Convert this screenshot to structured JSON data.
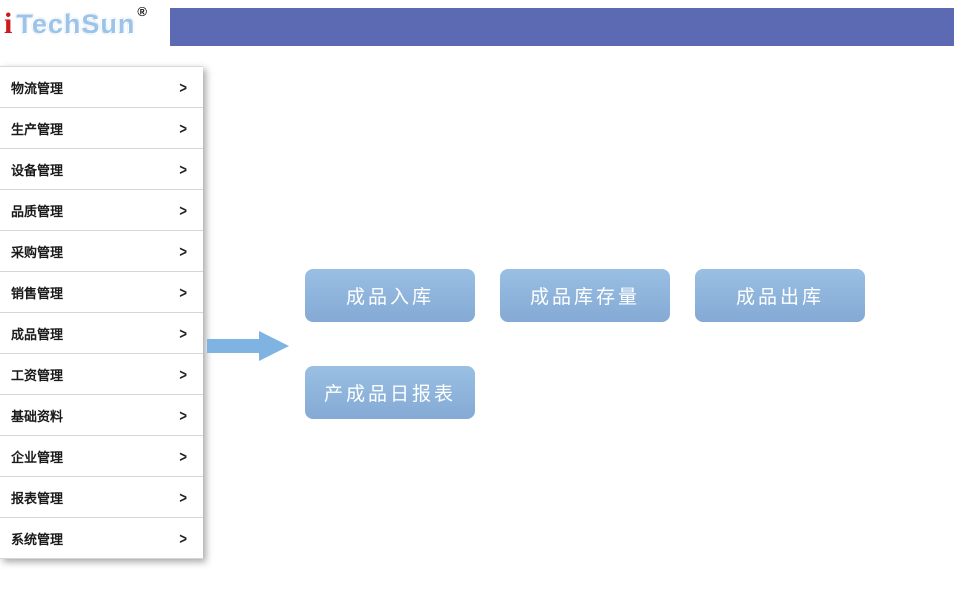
{
  "header": {
    "logo": {
      "mark": "i",
      "text": "TechSun",
      "registered": "®"
    }
  },
  "sidebar": {
    "chevron": ">",
    "items": [
      {
        "label": "物流管理"
      },
      {
        "label": "生产管理"
      },
      {
        "label": "设备管理"
      },
      {
        "label": "品质管理"
      },
      {
        "label": "采购管理"
      },
      {
        "label": "销售管理"
      },
      {
        "label": "成品管理"
      },
      {
        "label": "工资管理"
      },
      {
        "label": "基础资料"
      },
      {
        "label": "企业管理"
      },
      {
        "label": "报表管理"
      },
      {
        "label": "系统管理"
      }
    ]
  },
  "main": {
    "tiles": [
      {
        "label": "成品入库"
      },
      {
        "label": "成品库存量"
      },
      {
        "label": "成品出库"
      },
      {
        "label": "产成品日报表"
      }
    ]
  },
  "colors": {
    "header_bar": "#5b6ab3",
    "tile_blue": "#8fb5dd",
    "arrow_blue": "#7fb3e2",
    "logo_red": "#cc1a1a",
    "logo_blue": "#9cc3e8"
  }
}
